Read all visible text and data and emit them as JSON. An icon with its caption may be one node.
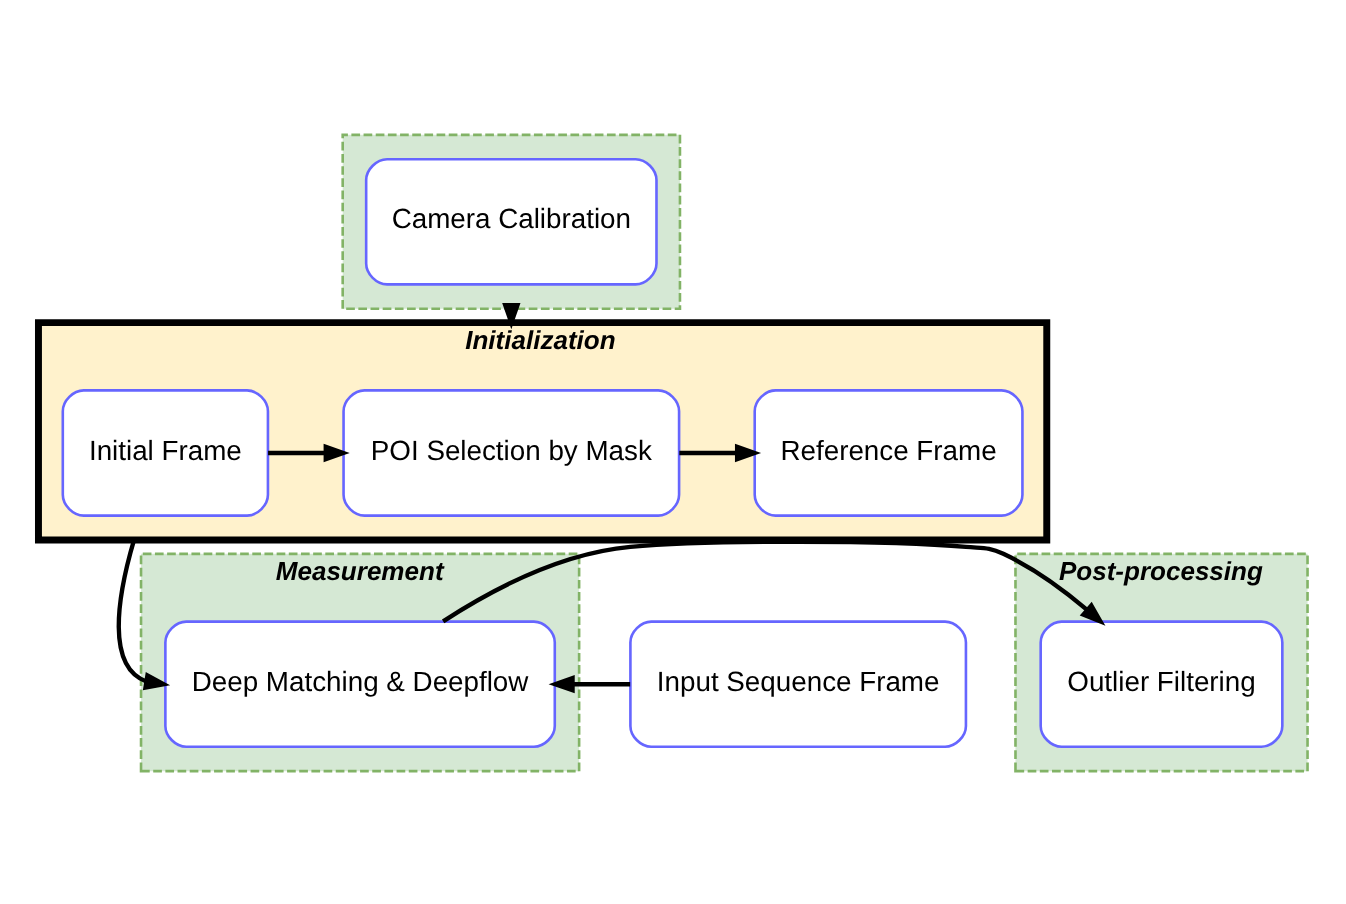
{
  "diagram": {
    "nodes": [
      {
        "text": [],
        "shape": "box"
      },
      {
        "text": [
          "Camera Calibration"
        ],
        "in": 0
      },
      {
        "text": [
          "Initialization"
        ]
      },
      {
        "text": [
          "Initial Frame"
        ],
        "in": 2
      },
      {
        "text": [
          "POI Selection by Mask"
        ],
        "in": 2
      },
      {
        "text": [
          "Reference Frame"
        ],
        "in": 2
      },
      {
        "text": [
          "Input Sequence Frame"
        ]
      },
      {
        "text": [
          "Measurement"
        ]
      },
      {
        "text": [
          "Deep Matching & Deepflow"
        ],
        "in": 7
      },
      {
        "text": [
          "Post-processing"
        ]
      },
      {
        "text": [
          "Outlier Filtering"
        ],
        "in": 9
      }
    ],
    "edges": [
      {
        "from": 0,
        "to": 2,
        "arrow": "to"
      },
      {
        "from": 3,
        "to": 4,
        "arrow": "to"
      },
      {
        "from": 4,
        "to": 5,
        "arrow": "to"
      },
      {
        "from": 2,
        "to": 8,
        "arrow": "to"
      },
      {
        "from": 6,
        "to": 8,
        "arrow": "to"
      },
      {
        "from": 8,
        "to": 10,
        "arrow": "to"
      }
    ]
  }
}
